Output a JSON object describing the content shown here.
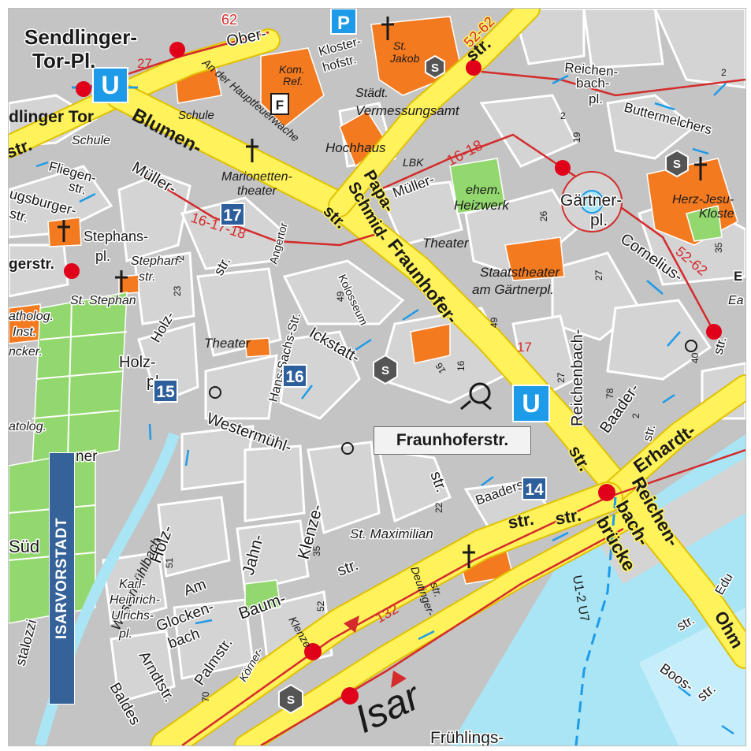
{
  "district": "ISARVORSTADT",
  "badges": [
    "17",
    "16",
    "15",
    "14"
  ],
  "station_label": "Fraunhoferstr.",
  "route_numbers": {
    "r62": "62",
    "r27": "27",
    "r52a": "52-62",
    "r16a": "16-18",
    "r16b": "16-17-18",
    "r17": "17",
    "r52b": "52-62",
    "r132": "132"
  },
  "labels": {
    "sendlinger": "Sendlinger-",
    "torpl": "Tor-Pl.",
    "sendlinger_tor": "dlinger Tor",
    "str_left": "str.",
    "schule_top": "Schule",
    "blumen": "Blumen-",
    "schule2": "Schule",
    "an_der_hauptfeuerwache": "An der Hauptfeuerwache",
    "marionetten": "Marionetten-",
    "theater_mar": "theater",
    "oberanger": "Ober-",
    "kom_ref": "Kom.",
    "ref": "Ref.",
    "klosterhof": "Kloster-",
    "hofstr": "hofstr.",
    "st_jakob": "St.",
    "jakob": "Jakob",
    "staedt": "Städt.",
    "vermessungsamt": "Vermessungsamt",
    "hochhaus": "Hochhaus",
    "lbk": "LBK",
    "str_top_right": "str.",
    "reichenbach_top": "Reichen-",
    "bachpl": "bach-",
    "pl_top": "pl.",
    "buttermelcher": "Buttermelchers",
    "gaertner": "Gärtner-",
    "gaertnerpl": "pl.",
    "herz_jesu": "Herz-Jesu-",
    "kloster": "Kloste",
    "cornelius": "Cornelius-",
    "ehem_heizwerk": "ehem.",
    "heizwerk": "Heizwerk",
    "theater_gp": "Theater",
    "staatstheater": "Staatstheater",
    "am_gaertnerpl": "am Gärtnerpl.",
    "mueller_str": "Müller-",
    "mueller_low": "Müller-",
    "papa": "Papa-",
    "schmid": "Schmid-",
    "str_pa": "str.",
    "fraunhofer": "Fraunhofer-",
    "flegen": "Fliegen-",
    "flegen_str": "str.",
    "augsburger": "ugsburger-",
    "aug_str": "str.",
    "stephanspl": "Stephans-",
    "pl_st": "pl.",
    "stephan_str": "Stephan-",
    "stephan_str2": "str.",
    "st_stephan": "St. Stephan",
    "gerstr": "gerstr.",
    "patholog": "atholog.",
    "inst": "Inst.",
    "ncker": "ncker.",
    "holzstr_top": "Holz-",
    "holzstr_str": "str.",
    "angertor": "Angertor",
    "theater_hs": "Theater",
    "hans_sachs": "Hans-Sachs-Str.",
    "kolosseum": "Kolosseum",
    "ickstatt": "Ickstatt-",
    "holzpl": "Holz-",
    "holzpl_pl": "pl.",
    "westermuehl": "Westermühl-",
    "str_wm": "str.",
    "reichenbach": "Reichenbach-",
    "baader_top": "Baader-",
    "erhardt": "Erhardt-",
    "reichenbach_bruecke": "Reichen-",
    "bach_bruecke": "bach-",
    "bruecke": "brücke",
    "str_bruecke": "str.",
    "baaderstr": "Baaderstr.",
    "str_bb": "str.",
    "str_bb2": "str.",
    "st_maximilian": "St. Maximilian",
    "deutinger": "Deutinger-",
    "dstr": "str.",
    "jahn": "Jahn-",
    "klenze": "Klenze-",
    "klenze_str": "str.",
    "baum": "Baum-",
    "holz_low": "Holz-",
    "westermuehlbach": "Westermühlbach",
    "karl_heinrich": "Karl-",
    "heinrich": "Heinrich-",
    "ulrichs": "Ulrichs-",
    "pl_kh": "pl.",
    "am_glocken": "Am",
    "glockenbach": "Glocken-",
    "bach_gl": "bach",
    "palmstr": "Palmstr.",
    "koerner": "Körner-",
    "klenze_low": "Klenze",
    "arndt": "Arndtstr.",
    "baldes": "Baldes",
    "stalozzi": "stalozzi",
    "sued": "Süd",
    "atolog": "atolog.",
    "isar": "Isar",
    "fruehlings": "Frühlings-",
    "boos": "Boos-",
    "str_boos": "str.",
    "ohm": "Ohm",
    "u1_2": "U1-2 U7",
    "str_right": "str.",
    "ed": "Edu",
    "e_right": "E",
    "ea_right": "Ea",
    "ner": "ner",
    "str_klenze": "str.",
    "str_right2": "str."
  },
  "house_numbers": [
    "2",
    "23",
    "16",
    "19",
    "26",
    "35",
    "49",
    "40",
    "27",
    "27",
    "49",
    "78",
    "2",
    "22",
    "51",
    "52",
    "70",
    "35",
    "2",
    "16",
    "2"
  ],
  "colors": {
    "major_road": "#fff25a",
    "major_edge": "#e1c100",
    "block": "#d3d3d3",
    "church": "#f47a20",
    "park": "#8fd66a",
    "water": "#a9e5f4",
    "tram": "#d42b2b",
    "ubahn": "#1e9be8",
    "badge": "#2d5f9c"
  }
}
